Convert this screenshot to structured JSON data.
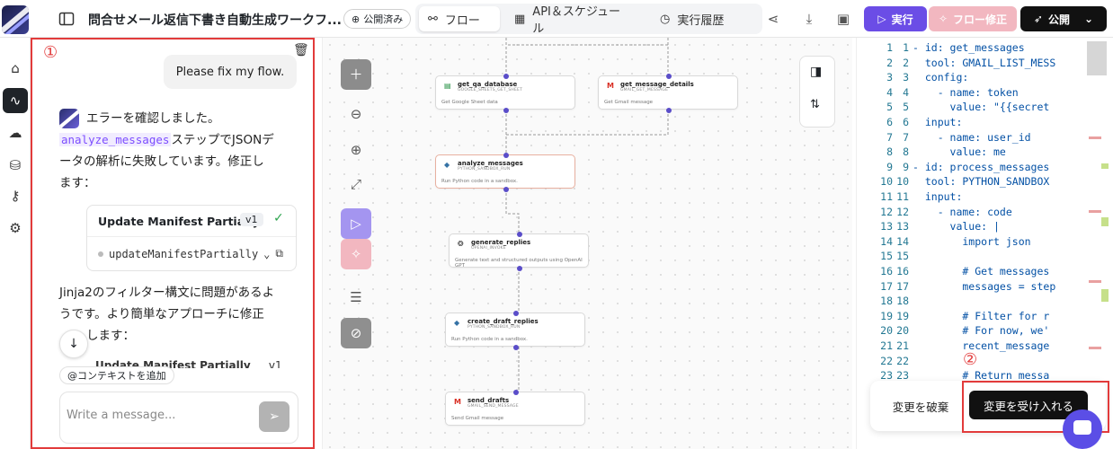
{
  "header": {
    "title": "問合せメール返信下書き自動生成ワークフ...",
    "publish_status": "公開済み",
    "tabs": [
      {
        "label": "フロー",
        "active": true
      },
      {
        "label": "API＆スケジュール",
        "active": false
      },
      {
        "label": "実行履歴",
        "active": false
      }
    ],
    "run_label": "実行",
    "fix_flow_label": "フロー修正",
    "publish_label": "公開"
  },
  "annotations": {
    "marker_1": "①",
    "marker_2": "②",
    "frame_color": "#e23b3b"
  },
  "chat": {
    "user_message": "Please fix my flow.",
    "bot_message_1_prefix": "エラーを確認しました。",
    "bot_message_1_code": "analyze_messages",
    "bot_message_1_line2_suffix": "ステップでJSONデ",
    "bot_message_1_line3": "ータの解析に失敗しています。修正し",
    "bot_message_1_line4": "ます：",
    "tool_card": {
      "title": "Update Manifest Partially",
      "version": "v1",
      "function": "updateManifestPartially"
    },
    "bot_message_2_line1": "Jinja2のフィルター構文に問題があるよ",
    "bot_message_2_line2": "うです。より簡単なアプローチに修正",
    "bot_message_2_line3": "します：",
    "partial_card_title": "Update Manifest Partially",
    "partial_card_version": "v1",
    "context_chip": "@コンテキストを追加",
    "input_placeholder": "Write a message..."
  },
  "flow": {
    "nodes": [
      {
        "title": "get_qa_database",
        "sub": "GOOGLE_SHEETS_GET_SHEET",
        "desc": "Get Google Sheet data",
        "icon": "sheets-icon"
      },
      {
        "title": "get_message_details",
        "sub": "GMAIL_GET_MESSAGE",
        "desc": "Get Gmail message",
        "icon": "gmail-icon"
      },
      {
        "title": "analyze_messages",
        "sub": "PYTHON_SANDBOX_RUN",
        "desc": "Run Python code in a sandbox.",
        "icon": "python-icon"
      },
      {
        "title": "generate_replies",
        "sub": "OPENAI_INVOKE",
        "desc": "Generate text and structured outputs using OpenAI GPT",
        "icon": "openai-icon"
      },
      {
        "title": "create_draft_replies",
        "sub": "PYTHON_SANDBOX_RUN",
        "desc": "Run Python code in a sandbox.",
        "icon": "python-icon"
      },
      {
        "title": "send_drafts",
        "sub": "GMAIL_SEND_MESSAGE",
        "desc": "Send Gmail message",
        "icon": "gmail-icon"
      }
    ]
  },
  "code": {
    "lines": [
      {
        "n1": "1",
        "n2": "1",
        "text": "- id: get_messages"
      },
      {
        "n1": "2",
        "n2": "2",
        "text": "  tool: GMAIL_LIST_MESS"
      },
      {
        "n1": "3",
        "n2": "3",
        "text": "  config:"
      },
      {
        "n1": "4",
        "n2": "4",
        "text": "    - name: token"
      },
      {
        "n1": "5",
        "n2": "5",
        "text": "      value: \"{{secret"
      },
      {
        "n1": "6",
        "n2": "6",
        "text": "  input:"
      },
      {
        "n1": "7",
        "n2": "7",
        "text": "    - name: user_id"
      },
      {
        "n1": "8",
        "n2": "8",
        "text": "      value: me"
      },
      {
        "n1": "9",
        "n2": "9",
        "text": "- id: process_messages"
      },
      {
        "n1": "10",
        "n2": "10",
        "text": "  tool: PYTHON_SANDBOX"
      },
      {
        "n1": "11",
        "n2": "11",
        "text": "  input:"
      },
      {
        "n1": "12",
        "n2": "12",
        "text": "    - name: code"
      },
      {
        "n1": "13",
        "n2": "13",
        "text": "      value: |"
      },
      {
        "n1": "14",
        "n2": "14",
        "text": "        import json"
      },
      {
        "n1": "15",
        "n2": "15",
        "text": ""
      },
      {
        "n1": "16",
        "n2": "16",
        "text": "        # Get messages"
      },
      {
        "n1": "17",
        "n2": "17",
        "text": "        messages = step"
      },
      {
        "n1": "18",
        "n2": "18",
        "text": ""
      },
      {
        "n1": "19",
        "n2": "19",
        "text": "        # Filter for r"
      },
      {
        "n1": "20",
        "n2": "20",
        "text": "        # For now, we'"
      },
      {
        "n1": "21",
        "n2": "21",
        "text": "        recent_message"
      },
      {
        "n1": "22",
        "n2": "22",
        "text": ""
      },
      {
        "n1": "23",
        "n2": "23",
        "text": "        # Return messa"
      }
    ]
  },
  "review": {
    "discard_label": "変更を破棄",
    "accept_label": "変更を受け入れる"
  },
  "colors": {
    "accent": "#6b4de6",
    "fix_pink": "#f2b7c0",
    "dark": "#111111",
    "code_blue": "#0451a5",
    "line_number": "#237893"
  }
}
